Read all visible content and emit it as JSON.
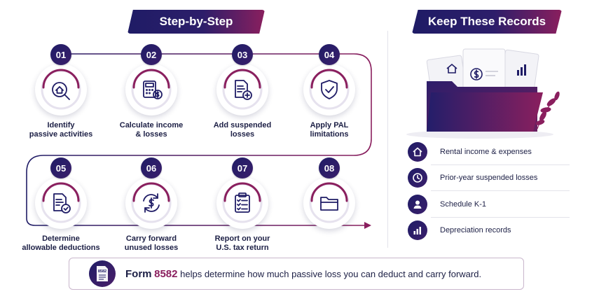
{
  "left_title": "Step-by-Step",
  "right_title": "Keep These Records",
  "steps": [
    {
      "num": "01",
      "label": "Identify\npassive activities",
      "icon": "house-magnifier-icon"
    },
    {
      "num": "02",
      "label": "Calculate income\n& losses",
      "icon": "calculator-icon"
    },
    {
      "num": "03",
      "label": "Add suspended\nlosses",
      "icon": "document-plus-icon"
    },
    {
      "num": "04",
      "label": "Apply PAL\nlimitations",
      "icon": "shield-check-icon"
    },
    {
      "num": "05",
      "label": "Determine\nallowable deductions",
      "icon": "document-check-icon"
    },
    {
      "num": "06",
      "label": "Carry forward\nunused losses",
      "icon": "dollar-cycle-icon"
    },
    {
      "num": "07",
      "label": "Report on your\nU.S. tax return",
      "icon": "clipboard-checklist-icon"
    },
    {
      "num": "08",
      "label": "",
      "icon": "folder-icon"
    }
  ],
  "records": [
    {
      "label": "Rental income & expenses",
      "icon": "house-icon"
    },
    {
      "label": "Prior-year suspended losses",
      "icon": "clock-icon"
    },
    {
      "label": "Schedule K-1",
      "icon": "person-icon"
    },
    {
      "label": "Depreciation records",
      "icon": "bar-chart-icon"
    }
  ],
  "footer": {
    "badge_text": "8582",
    "form_word": "Form",
    "form_number": "8582",
    "text": "helps determine how much passive loss you can deduct and carry forward."
  },
  "colors": {
    "navy": "#1f1c66",
    "magenta": "#8a1f5e",
    "text": "#1c1f45"
  }
}
